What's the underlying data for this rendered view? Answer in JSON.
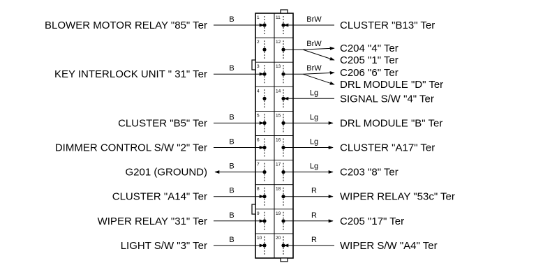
{
  "connector": {
    "left_pins": [
      "1",
      "2",
      "3",
      "4",
      "5",
      "6",
      "7",
      "8",
      "9",
      "10"
    ],
    "right_pins": [
      "11",
      "12",
      "13",
      "14",
      "15",
      "16",
      "17",
      "18",
      "19",
      "20"
    ]
  },
  "left_connections": [
    {
      "pin": "1",
      "label": "BLOWER MOTOR RELAY \"85\" Ter",
      "wire": "B",
      "direction": "in"
    },
    {
      "pin": "3",
      "label": "KEY INTERLOCK UNIT \" 31\" Ter",
      "wire": "B",
      "direction": "in"
    },
    {
      "pin": "5",
      "label": "CLUSTER \"B5\" Ter",
      "wire": "B",
      "direction": "in"
    },
    {
      "pin": "6",
      "label": "DIMMER CONTROL S/W \"2\" Ter",
      "wire": "B",
      "direction": "in"
    },
    {
      "pin": "7",
      "label": "G201 (GROUND)",
      "wire": "B",
      "direction": "out"
    },
    {
      "pin": "8",
      "label": "CLUSTER \"A14\" Ter",
      "wire": "B",
      "direction": "in"
    },
    {
      "pin": "9",
      "label": "WIPER RELAY \"31\" Ter",
      "wire": "B",
      "direction": "in"
    },
    {
      "pin": "10",
      "label": "LIGHT S/W \"3\" Ter",
      "wire": "B",
      "direction": "in"
    }
  ],
  "right_connections": [
    {
      "pin": "11",
      "label": "CLUSTER \"B13\" Ter",
      "wire": "BrW",
      "direction": "in"
    },
    {
      "pin": "12",
      "label": "C204 \"4\" Ter",
      "wire": "BrW",
      "direction": "out"
    },
    {
      "pin": "12",
      "label": "C205 \"1\" Ter",
      "wire": "",
      "direction": "out"
    },
    {
      "pin": "13",
      "label": "C206 \"6\" Ter",
      "wire": "BrW",
      "direction": "out"
    },
    {
      "pin": "13",
      "label": "DRL MODULE \"D\" Ter",
      "wire": "",
      "direction": "out"
    },
    {
      "pin": "14",
      "label": "SIGNAL S/W \"4\" Ter",
      "wire": "Lg",
      "direction": "in"
    },
    {
      "pin": "15",
      "label": "DRL MODULE \"B\" Ter",
      "wire": "Lg",
      "direction": "out"
    },
    {
      "pin": "16",
      "label": "CLUSTER \"A17\" Ter",
      "wire": "Lg",
      "direction": "out"
    },
    {
      "pin": "17",
      "label": "C203 \"8\" Ter",
      "wire": "Lg",
      "direction": "out"
    },
    {
      "pin": "18",
      "label": "WIPER RELAY \"53c\" Ter",
      "wire": "R",
      "direction": "out"
    },
    {
      "pin": "19",
      "label": "C205 \"17\" Ter",
      "wire": "R",
      "direction": "out"
    },
    {
      "pin": "20",
      "label": "WIPER S/W \"A4\" Ter",
      "wire": "R",
      "direction": "in"
    }
  ]
}
